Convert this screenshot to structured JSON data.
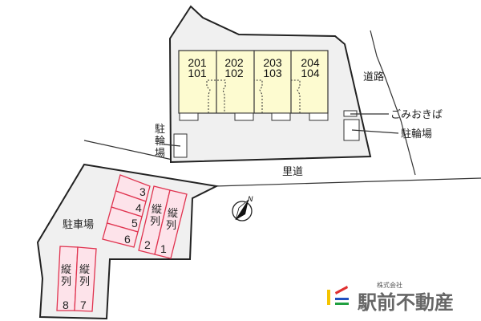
{
  "units": [
    {
      "upper": "201",
      "lower": "101"
    },
    {
      "upper": "202",
      "lower": "102"
    },
    {
      "upper": "203",
      "lower": "103"
    },
    {
      "upper": "204",
      "lower": "104"
    }
  ],
  "labels": {
    "road": "道路",
    "garbage": "ごみおきば",
    "bike_right": "駐輪場",
    "bike_left": [
      "駐",
      "輪",
      "場"
    ],
    "path": "里道",
    "parking": "駐車場"
  },
  "parking_spots": {
    "s1": "1",
    "s2": "2",
    "s3": "3",
    "s4": "4",
    "s5": "5",
    "s6": "6",
    "s7": "7",
    "s8": "8",
    "tandem_a": "縦",
    "tandem_b": "列"
  },
  "compass": {
    "north": "N"
  },
  "logo": {
    "company_prefix": "株式会社",
    "name": "駅前不動産"
  },
  "colors": {
    "building": "#fdfbd0",
    "parking": "#fde3ea",
    "parking_border": "#e0334f",
    "lot": "#f0f0f0"
  }
}
